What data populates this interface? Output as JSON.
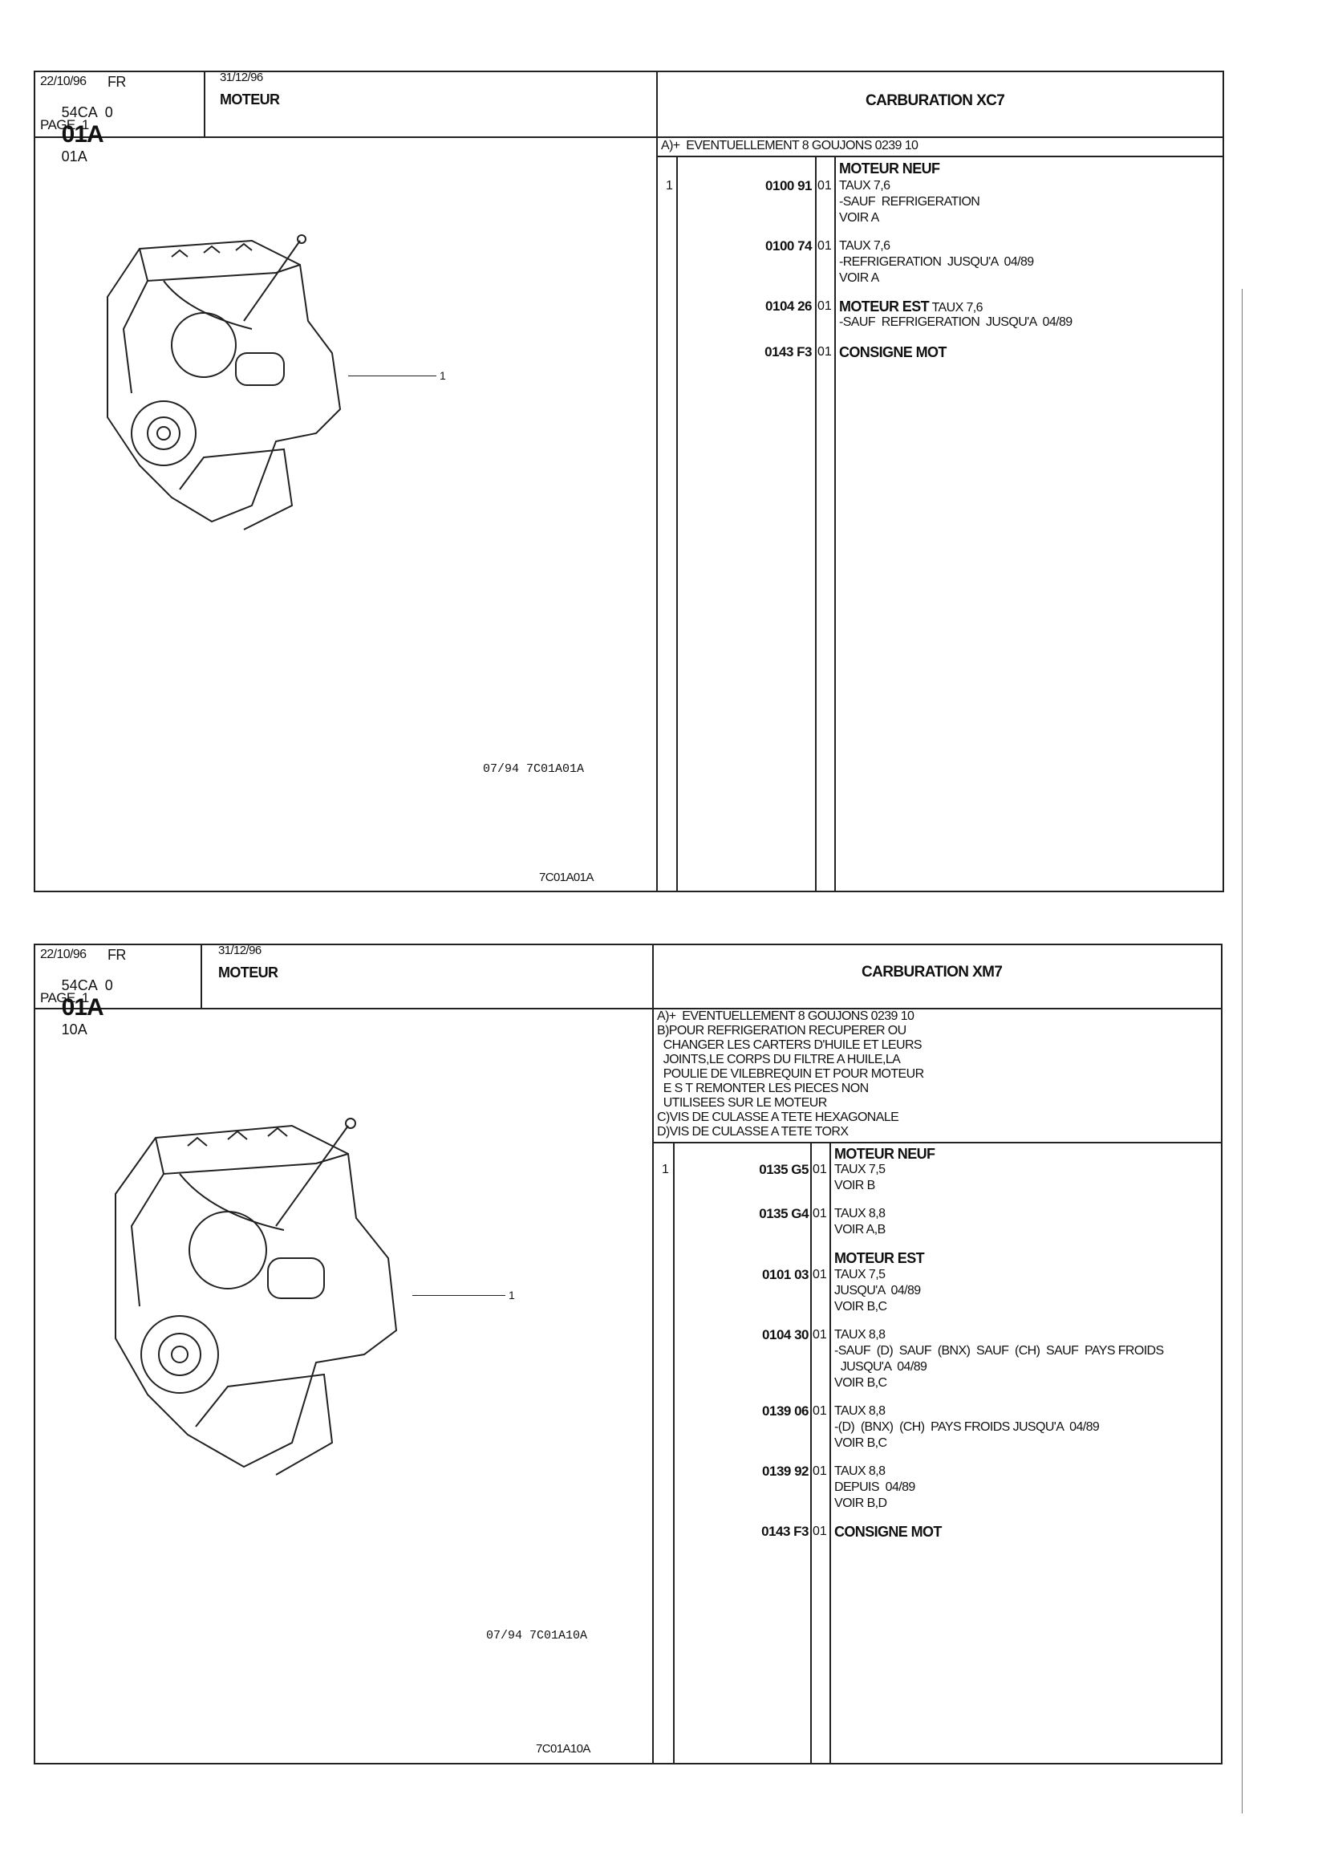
{
  "panels": [
    {
      "date": "22/10/96",
      "lang": "FR",
      "code_prefix": "54CA  0",
      "code_main": "01A",
      "code_suffix": "01A",
      "page": "PAGE  1",
      "date2": "31/12/96",
      "section": "MOTEUR",
      "title": "CARBURATION XC7",
      "notes": [
        "A)+  EVENTUELLEMENT 8 GOUJONS 0239 10"
      ],
      "item_no": "1",
      "callout": "1",
      "caption1": "07/94 7C01A01A",
      "caption2": "7C01A01A",
      "entries": [
        {
          "heading": "MOTEUR NEUF",
          "ref": "0100  91",
          "qty": "01",
          "lines": [
            "TAUX 7,6",
            "-SAUF  REFRIGERATION",
            "VOIR A"
          ]
        },
        {
          "ref": "0100  74",
          "qty": "01",
          "lines": [
            "TAUX 7,6",
            "-REFRIGERATION  JUSQU'A  04/89",
            "VOIR A"
          ]
        },
        {
          "ref": "0104  26",
          "qty": "01",
          "bold_prefix": "MOTEUR EST",
          "lines": [
            " TAUX 7,6",
            "-SAUF  REFRIGERATION  JUSQU'A  04/89"
          ]
        },
        {
          "ref": "0143  F3",
          "qty": "01",
          "bold_line": "CONSIGNE MOT"
        }
      ]
    },
    {
      "date": "22/10/96",
      "lang": "FR",
      "code_prefix": "54CA  0",
      "code_main": "01A",
      "code_suffix": "10A",
      "page": "PAGE  1",
      "date2": "31/12/96",
      "section": "MOTEUR",
      "title": "CARBURATION XM7",
      "notes": [
        "A)+  EVENTUELLEMENT 8 GOUJONS 0239 10",
        "B)POUR REFRIGERATION RECUPERER OU",
        "  CHANGER LES CARTERS D'HUILE ET LEURS",
        "  JOINTS,LE CORPS DU FILTRE A HUILE,LA",
        "  POULIE DE VILEBREQUIN ET POUR MOTEUR",
        "  E S T REMONTER LES PIECES NON",
        "  UTILISEES SUR LE MOTEUR",
        "C)VIS DE CULASSE A TETE HEXAGONALE",
        "D)VIS DE CULASSE A TETE TORX"
      ],
      "item_no": "1",
      "callout": "1",
      "caption1": "07/94 7C01A10A",
      "caption2": "7C01A10A",
      "entries": [
        {
          "heading": "MOTEUR NEUF",
          "ref": "0135  G5",
          "qty": "01",
          "lines": [
            "TAUX 7,5",
            "VOIR B"
          ]
        },
        {
          "ref": "0135  G4",
          "qty": "01",
          "lines": [
            "TAUX 8,8",
            "VOIR A,B"
          ]
        },
        {
          "heading": "MOTEUR EST",
          "ref": "0101  03",
          "qty": "01",
          "lines": [
            "TAUX 7,5",
            "JUSQU'A  04/89",
            "VOIR B,C"
          ]
        },
        {
          "ref": "0104  30",
          "qty": "01",
          "lines": [
            "TAUX 8,8",
            "-SAUF  (D)  SAUF  (BNX)  SAUF  (CH)  SAUF  PAYS FROIDS",
            "  JUSQU'A  04/89",
            "VOIR B,C"
          ]
        },
        {
          "ref": "0139  06",
          "qty": "01",
          "lines": [
            "TAUX 8,8",
            "-(D)  (BNX)  (CH)  PAYS FROIDS JUSQU'A  04/89",
            "VOIR B,C"
          ]
        },
        {
          "ref": "0139  92",
          "qty": "01",
          "lines": [
            "TAUX 8,8",
            "DEPUIS  04/89",
            "VOIR B,D"
          ]
        },
        {
          "ref": "0143  F3",
          "qty": "01",
          "bold_line": "CONSIGNE MOT"
        }
      ]
    }
  ]
}
